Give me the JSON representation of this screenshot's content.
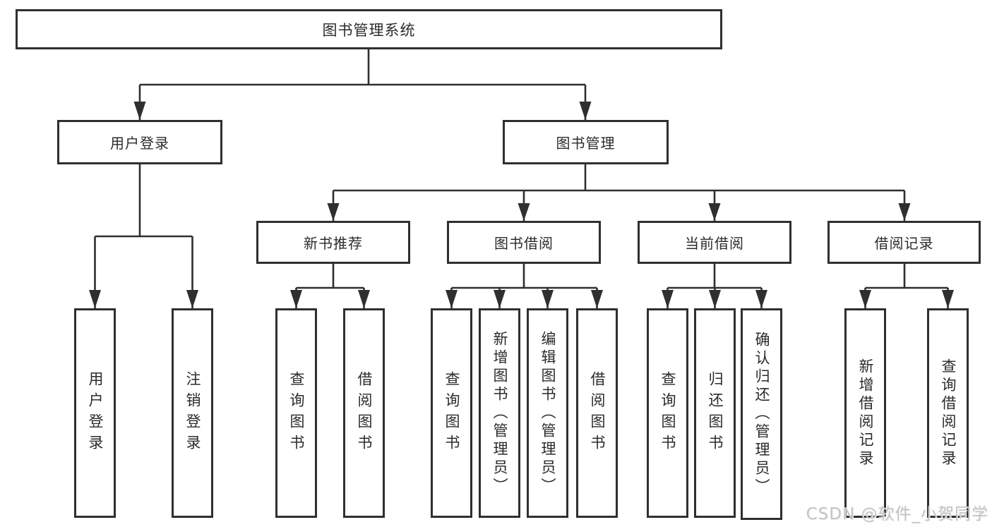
{
  "tree": {
    "label": "图书管理系统",
    "children": [
      {
        "label": "用户登录",
        "children": [
          {
            "label": "用户登录"
          },
          {
            "label": "注销登录"
          }
        ]
      },
      {
        "label": "图书管理",
        "children": [
          {
            "label": "新书推荐",
            "children": [
              {
                "label": "查询图书"
              },
              {
                "label": "借阅图书"
              }
            ]
          },
          {
            "label": "图书借阅",
            "children": [
              {
                "label": "查询图书"
              },
              {
                "label": "新增图书（管理员）"
              },
              {
                "label": "编辑图书（管理员）"
              },
              {
                "label": "借阅图书"
              }
            ]
          },
          {
            "label": "当前借阅",
            "children": [
              {
                "label": "查询图书"
              },
              {
                "label": "归还图书"
              },
              {
                "label": "确认归还（管理员）"
              }
            ]
          },
          {
            "label": "借阅记录",
            "children": [
              {
                "label": "新增借阅记录"
              },
              {
                "label": "查询借阅记录"
              }
            ]
          }
        ]
      }
    ]
  },
  "watermark": {
    "text": "CSDN @软件_小贺同学",
    "color": "#c3c3c3"
  },
  "colors": {
    "line": "#2f2f2f",
    "box_border": "#2f2f2f",
    "box_fill": "#ffffff",
    "text": "#2b2b2b",
    "background": "#ffffff"
  }
}
